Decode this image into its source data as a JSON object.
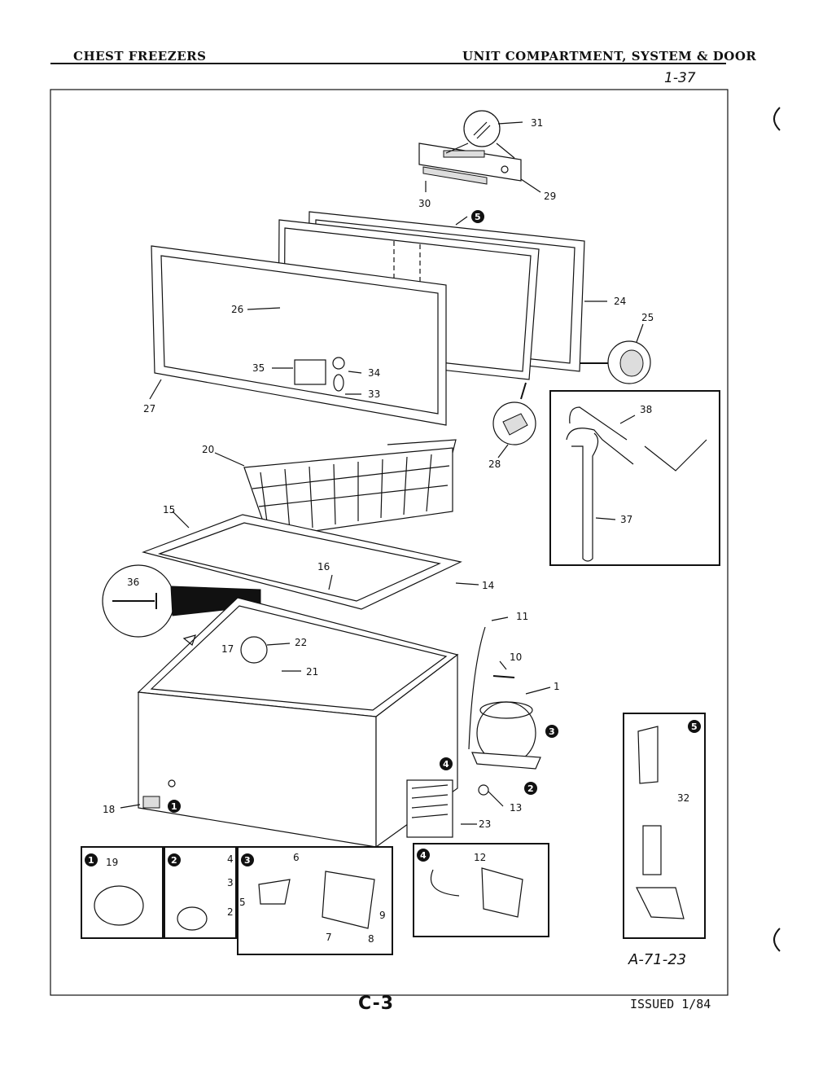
{
  "header": {
    "left_title": "CHEST FREEZERS",
    "right_title": "UNIT COMPARTMENT, SYSTEM & DOOR",
    "handwritten_ref": "1-37"
  },
  "footer": {
    "page_id": "C-3",
    "issued": "ISSUED 1/84",
    "drawing_no": "A-71-23"
  },
  "callouts": {
    "c1": "1",
    "c2": "2",
    "c3": "3",
    "c4": "4",
    "c5": "5",
    "c6": "6",
    "c7": "7",
    "c8": "8",
    "c9": "9",
    "c10": "10",
    "c11": "11",
    "c12": "12",
    "c13": "13",
    "c14": "14",
    "c15": "15",
    "c16": "16",
    "c17": "17",
    "c18": "18",
    "c19": "19",
    "c20": "20",
    "c21": "21",
    "c22": "22",
    "c23": "23",
    "c24": "24",
    "c25": "25",
    "c26": "26",
    "c27": "27",
    "c28": "28",
    "c29": "29",
    "c30": "30",
    "c31": "31",
    "c32": "32",
    "c33": "33",
    "c34": "34",
    "c35": "35",
    "c36": "36",
    "c37": "37",
    "c38": "38"
  },
  "group_markers": {
    "m1": "1",
    "m2": "2",
    "m3": "3",
    "m4": "4",
    "m5": "5"
  }
}
